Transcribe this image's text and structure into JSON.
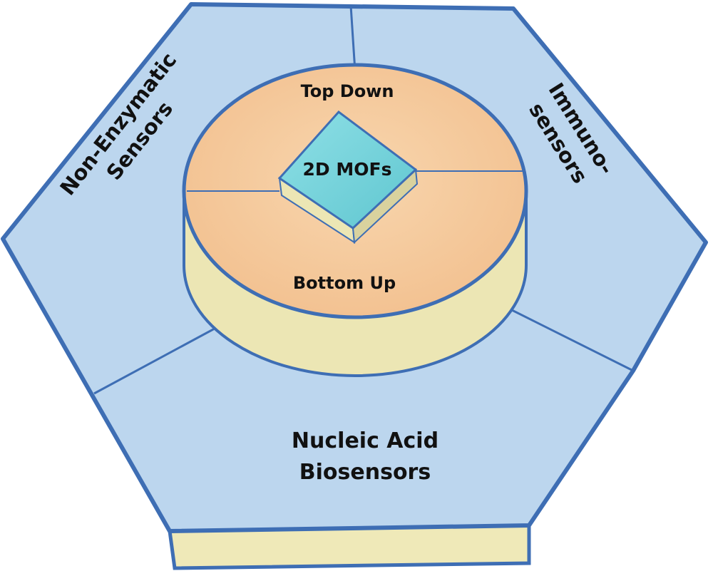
{
  "diagram": {
    "center_label": "2D MOFs",
    "disc": {
      "top_label": "Top Down",
      "bottom_label": "Bottom Up"
    },
    "sectors": {
      "left": {
        "line1": "Non-Enzymatic",
        "line2": "Sensors"
      },
      "right": {
        "line1": "Immuno-",
        "line2": "sensors"
      },
      "bottom": {
        "line1": "Nucleic Acid",
        "line2": "Biosensors"
      }
    },
    "colors": {
      "hexagon_fill": "#bcd6ee",
      "hexagon_stroke": "#3e6eb4",
      "base_side": "#efe9b8",
      "disc_top": "#f4c99c",
      "disc_side": "#ece6b4",
      "mof_top": "#7dd8df",
      "mof_side": "#ece6b4"
    }
  }
}
